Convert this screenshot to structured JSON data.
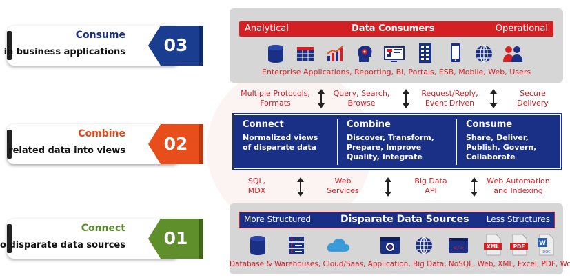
{
  "steps": [
    {
      "number": "03",
      "title": "Consume",
      "subtitle": "in business applications",
      "title_color": "#1a2f86",
      "badge_color": "#1a3d8f"
    },
    {
      "number": "02",
      "title": "Combine",
      "subtitle": "related data into views",
      "title_color": "#e04a1b",
      "badge_color": "#e84e1b"
    },
    {
      "number": "01",
      "title": "Connect",
      "subtitle": "to disparate data sources",
      "title_color": "#5a8a2a",
      "badge_color": "#5e8f2b"
    }
  ],
  "consumers": {
    "left": "Analytical",
    "center": "Data Consumers",
    "right": "Operational",
    "icons": [
      "database-icon",
      "spreadsheet-icon",
      "bar-chart-icon",
      "head-gears-icon",
      "dashboard-icon",
      "server-rack-icon",
      "mobile-phone-icon",
      "globe-icon",
      "users-icon"
    ],
    "caption": "Enterprise Applications, Reporting, BI, Portals, ESB, Mobile, Web, Users"
  },
  "top_labels": [
    {
      "text": "Multiple Protocols,\nFormats"
    },
    {
      "text": "Query, Search,\nBrowse"
    },
    {
      "text": "Request/Reply,\nEvent Driven"
    },
    {
      "text": "Secure\nDelivery"
    }
  ],
  "middle": [
    {
      "title": "Connect",
      "body": "Normalized views\nof disparate data"
    },
    {
      "title": "Combine",
      "body": "Discover, Transform,\nPrepare, Improve\nQuality, Integrate"
    },
    {
      "title": "Consume",
      "body": "Share, Deliver,\nPublish, Govern,\nCollaborate"
    }
  ],
  "bottom_labels": [
    {
      "text": "SQL,\nMDX"
    },
    {
      "text": "Web\nServices"
    },
    {
      "text": "Big Data\nAPI"
    },
    {
      "text": "Web Automation\nand Indexing"
    }
  ],
  "sources": {
    "left": "More Structured",
    "center": "Disparate Data Sources",
    "right": "Less Structures",
    "icons": [
      "database-icon",
      "server-icon",
      "cloud-icon",
      "application-icon",
      "globe-icon",
      "code-icon",
      "xml-file-icon",
      "pdf-file-icon",
      "doc-file-icon"
    ],
    "caption": "Database & Warehouses, Cloud/Saas, Application, Big Data, NoSQL, Web, XML, Excel, PDF, Word"
  }
}
